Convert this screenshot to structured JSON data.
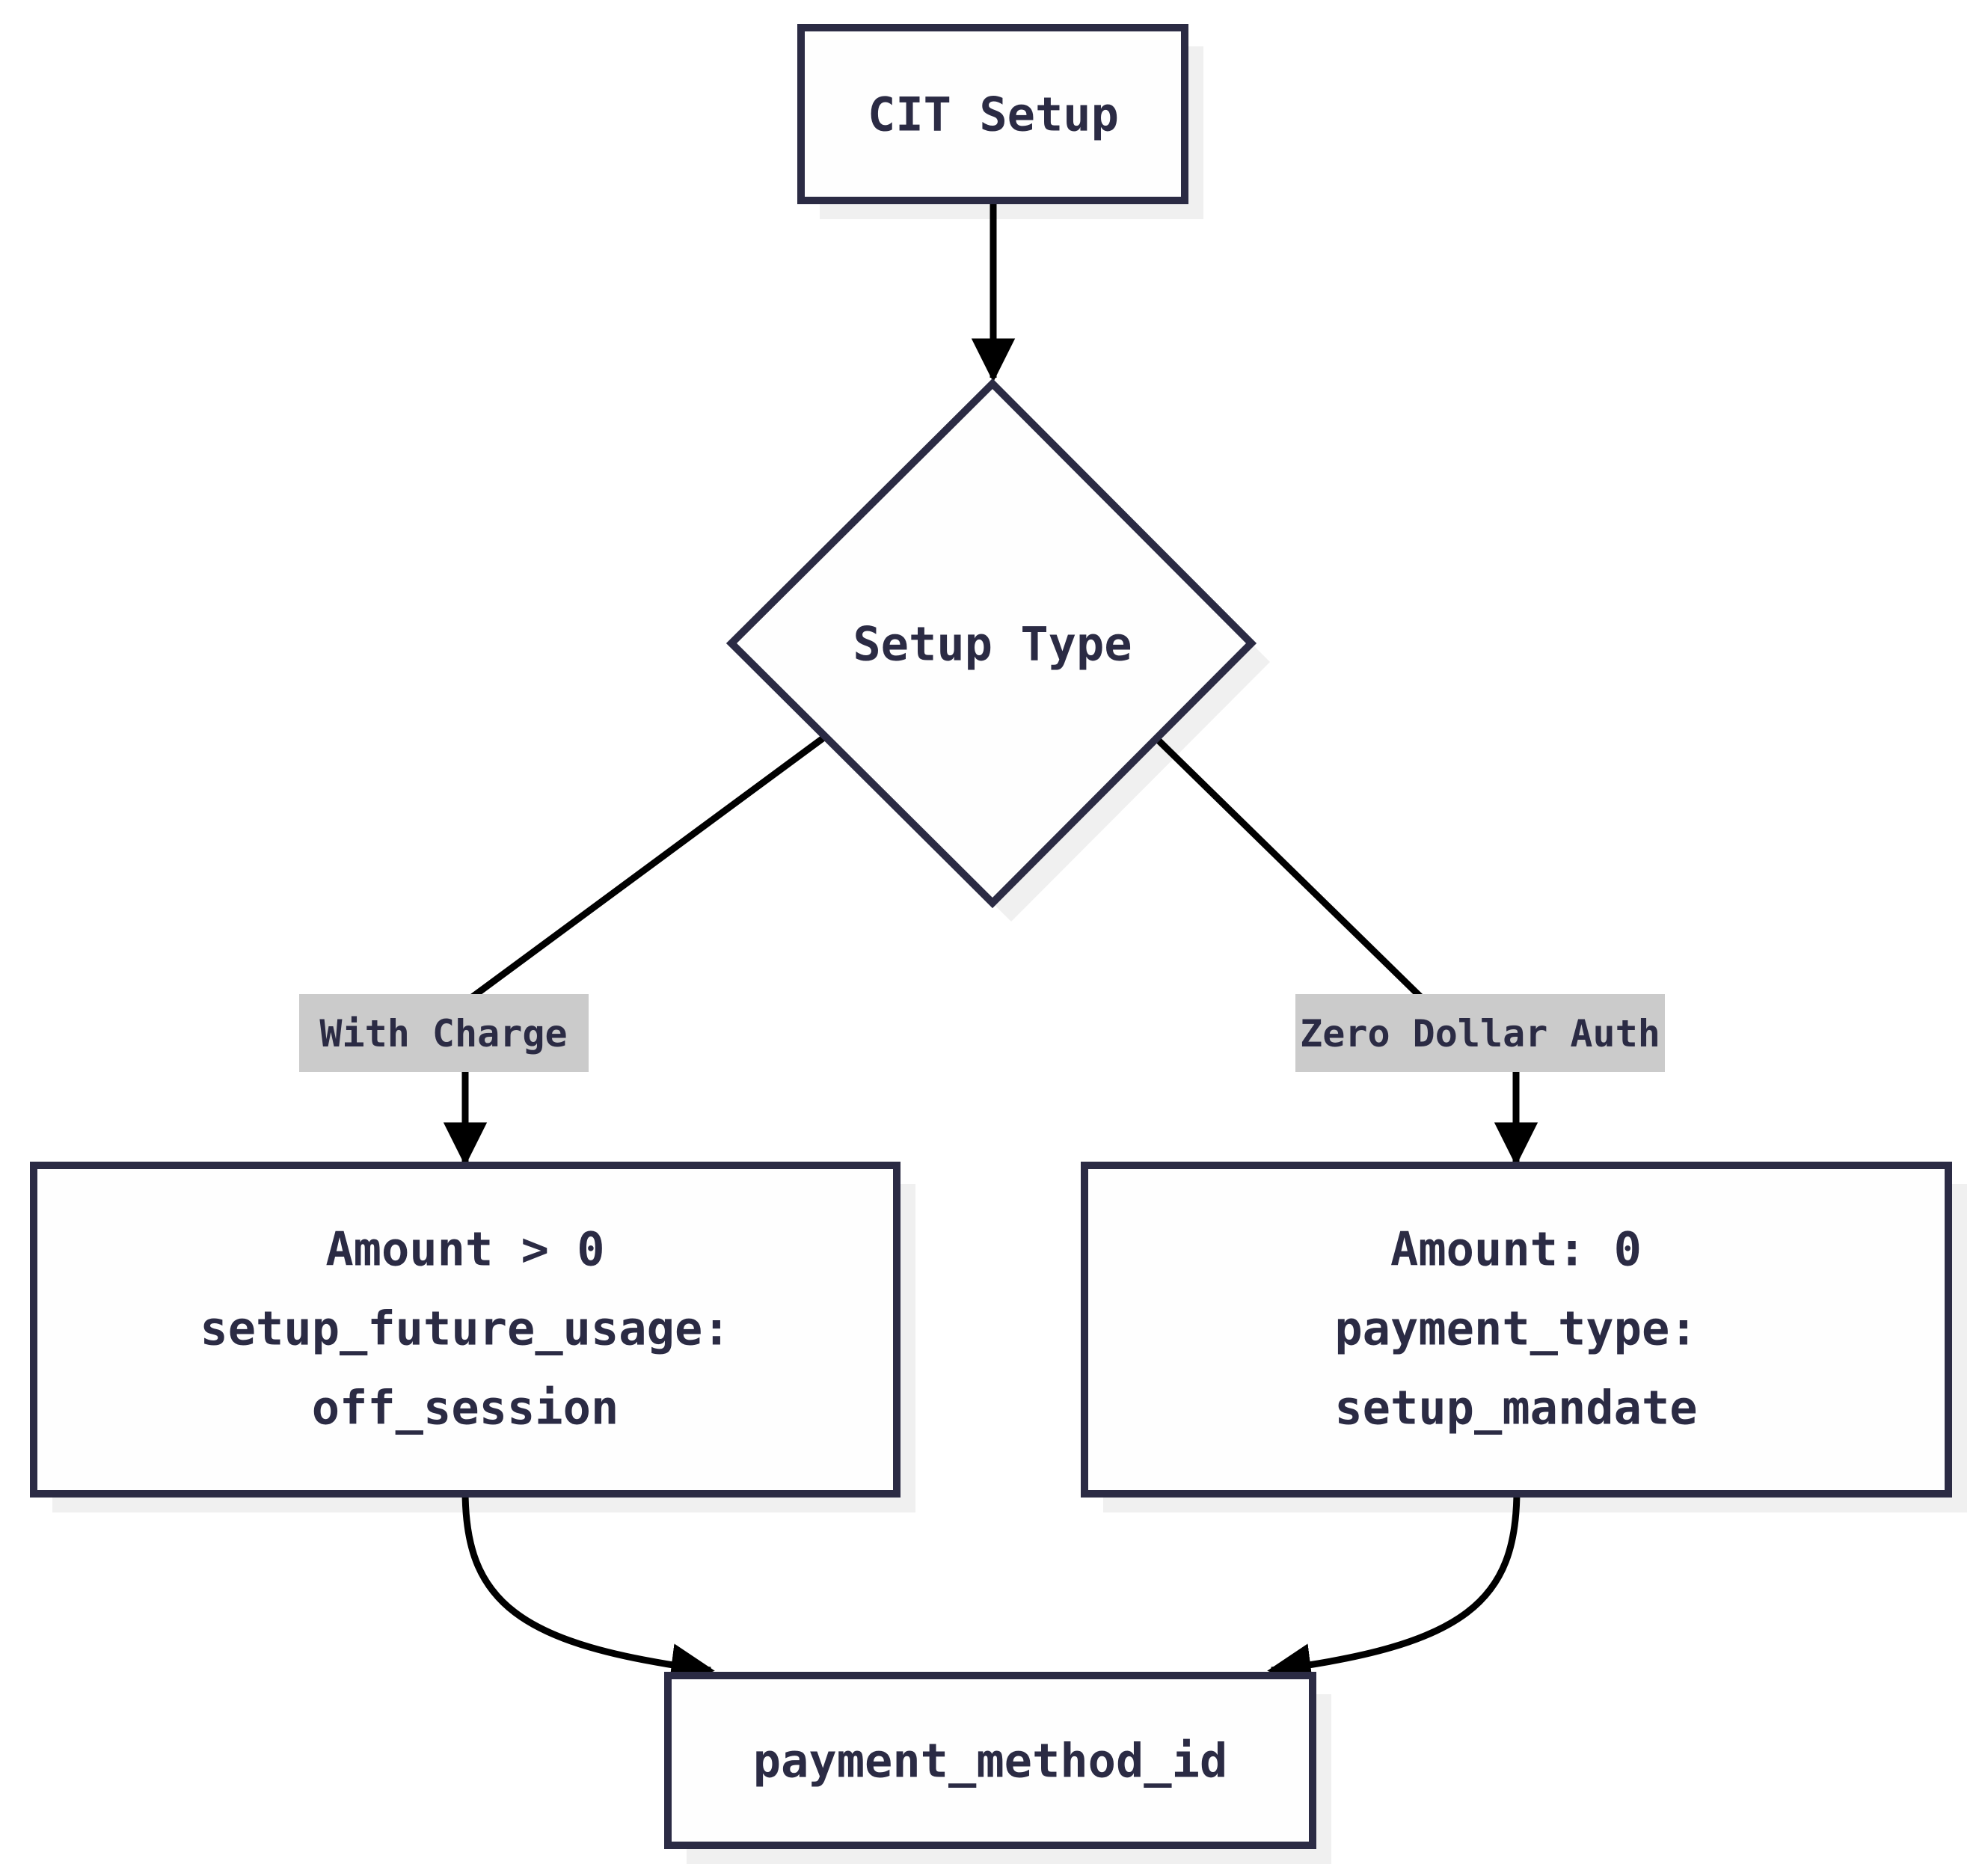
{
  "colors": {
    "background": "#ffffff",
    "node_border": "#2b2b44",
    "node_fill": "#fefefe",
    "node_text": "#2b2b44",
    "edge_line": "#000000",
    "edge_label_bg": "#cbcbcb",
    "drop_shadow": "#f0f0f0"
  },
  "diagram": {
    "nodes": {
      "cit_setup": {
        "label": "CIT Setup"
      },
      "setup_type": {
        "label": "Setup Type"
      },
      "with_charge_box": {
        "lines": [
          "Amount > 0",
          "setup_future_usage:",
          "off_session"
        ]
      },
      "zero_dollar_box": {
        "lines": [
          "Amount: 0",
          "payment_type:",
          "setup_mandate"
        ]
      },
      "result": {
        "label": "payment_method_id"
      }
    },
    "edge_labels": {
      "left": "With Charge",
      "right": "Zero Dollar Auth"
    }
  }
}
